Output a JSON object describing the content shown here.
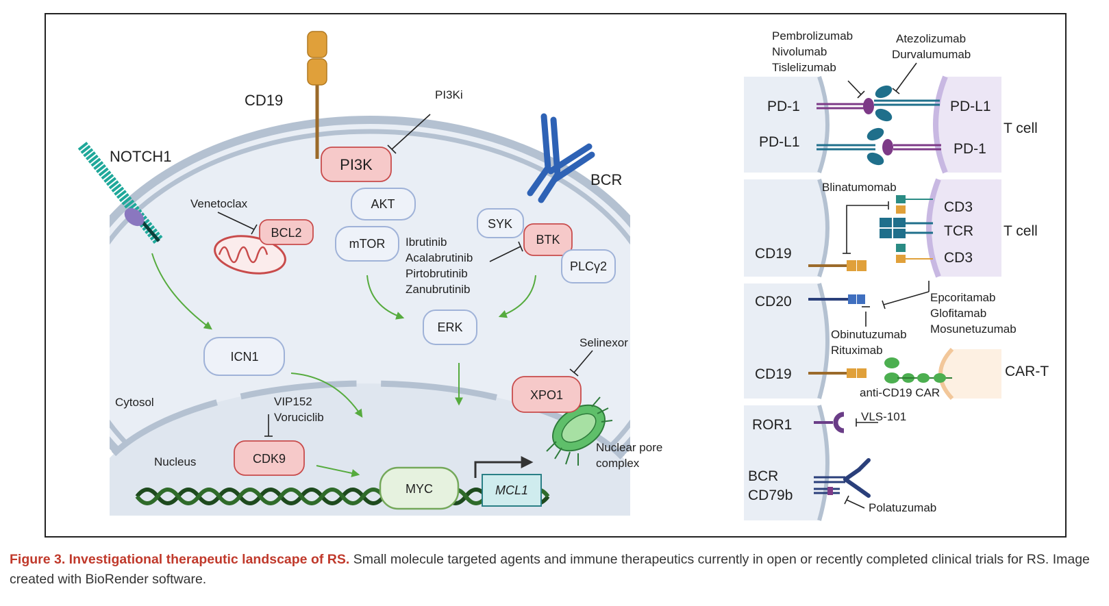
{
  "colors": {
    "cell_fill": "#e9eef5",
    "membrane": "#b4c1d1",
    "box_red_fill": "#f6c9c9",
    "box_red_stroke": "#c84b4b",
    "box_blue_stroke": "#9fb2d8",
    "box_green_fill": "#e6f2df",
    "box_green_stroke": "#74a85a",
    "arrow_green": "#56ab3e",
    "caption_red": "#c0392b"
  },
  "left": {
    "cd19": "CD19",
    "notch1": "NOTCH1",
    "bcr": "BCR",
    "pi3ki": "PI3Ki",
    "venetoclax": "Venetoclax",
    "btk_drugs": [
      "Ibrutinib",
      "Acalabrutinib",
      "Pirtobrutinib",
      "Zanubrutinib"
    ],
    "selinexor": "Selinexor",
    "cdk9_drugs": [
      "VIP152",
      "Voruciclib"
    ],
    "cytosol": "Cytosol",
    "nucleus": "Nucleus",
    "nuclear_pore": [
      "Nuclear pore",
      "complex"
    ],
    "boxes": {
      "pi3k": "PI3K",
      "akt": "AKT",
      "mtor": "mTOR",
      "bcl2": "BCL2",
      "syk": "SYK",
      "btk": "BTK",
      "plcg2": "PLCγ2",
      "erk": "ERK",
      "icn1": "ICN1",
      "xpo1": "XPO1",
      "cdk9": "CDK9",
      "myc": "MYC",
      "mcl1": "MCL1"
    }
  },
  "right": {
    "p1": {
      "drugs_pd1": [
        "Pembrolizumab",
        "Nivolumab",
        "Tislelizumab"
      ],
      "drugs_pdl1": [
        "Atezolizumab",
        "Durvalumumab"
      ],
      "pd1_left": "PD-1",
      "pdl1_left": "PD-L1",
      "pdl1_right": "PD-L1",
      "pd1_right": "PD-1",
      "tcell": "T cell"
    },
    "p2": {
      "blinatumomab": "Blinatumomab",
      "cd19": "CD19",
      "cd3_top": "CD3",
      "tcr": "TCR",
      "cd3_bottom": "CD3",
      "tcell": "T cell"
    },
    "p3": {
      "cd20": "CD20",
      "cd19": "CD19",
      "anti_cd20": [
        "Obinutuzumab",
        "Rituximab"
      ],
      "bispecifics": [
        "Epcoritamab",
        "Glofitamab",
        "Mosunetuzumab"
      ],
      "anti_cd19_car": "anti-CD19 CAR",
      "cart": "CAR-T"
    },
    "p4": {
      "ror1": "ROR1",
      "vls": "VLS-101",
      "bcr": "BCR",
      "cd79b": "CD79b",
      "polatuzumab": "Polatuzumab"
    }
  },
  "caption": {
    "bold": "Figure 3. Investigational therapeutic landscape of RS.",
    "text": " Small molecule targeted agents and immune therapeutics currently in open or recently completed clinical trials for RS. Image created with BioRender software."
  }
}
